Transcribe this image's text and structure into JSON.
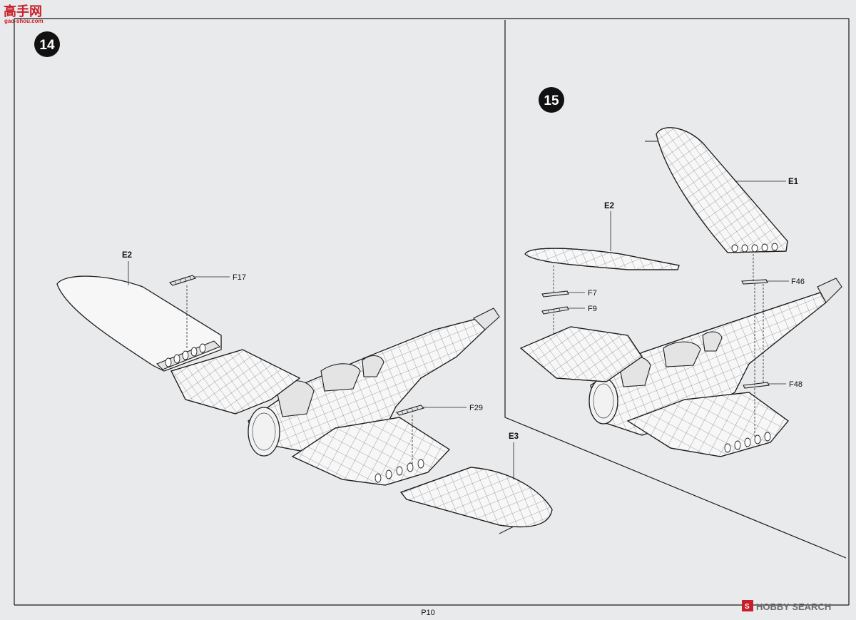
{
  "watermark_top": {
    "logo_text": "高手网",
    "url": "gao-shou.com"
  },
  "steps": [
    {
      "number": "14",
      "callouts": {
        "wing_left": "E2",
        "wing_right": "E3",
        "part_f17": "F17",
        "part_f29": "F29"
      }
    },
    {
      "number": "15",
      "callouts": {
        "wing_upper": "E1",
        "wing_left": "E2",
        "part_f7": "F7",
        "part_f9": "F9",
        "part_f46": "F46",
        "part_f48": "F48"
      }
    }
  ],
  "page_number": "P10",
  "watermark_bottom": {
    "brand": "HOBBY SEARCH"
  },
  "colors": {
    "background": "#e9eaec",
    "line": "#1e1e1e",
    "badge": "#111111",
    "watermark_red": "#c8202a"
  }
}
